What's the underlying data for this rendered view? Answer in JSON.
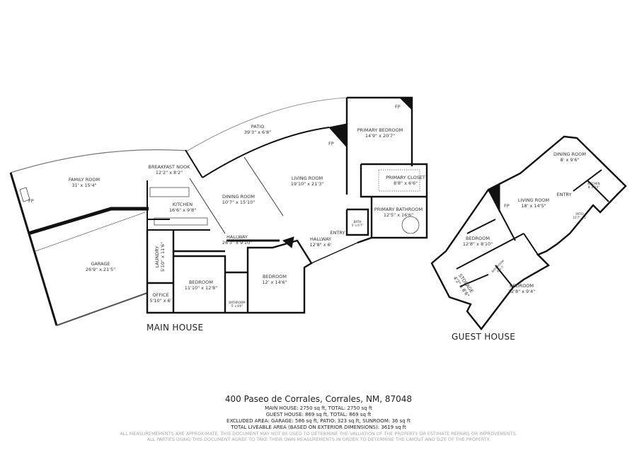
{
  "main_house": {
    "label": "MAIN HOUSE",
    "rooms": [
      {
        "name": "FAMILY ROOM",
        "dims": "31' x 15'4\""
      },
      {
        "name": "BREAKFAST NOOK",
        "dims": "12'2\" x 8'2\""
      },
      {
        "name": "KITCHEN",
        "dims": "16'6\" x 9'8\""
      },
      {
        "name": "PATIO",
        "dims": "39'3\" x 6'8\""
      },
      {
        "name": "DINING ROOM",
        "dims": "10'7\" x 15'10\""
      },
      {
        "name": "LIVING ROOM",
        "dims": "19'10\" x 21'3\""
      },
      {
        "name": "PRIMARY BEDROOM",
        "dims": "14'9\" x 20'7\""
      },
      {
        "name": "PRIMARY CLOSET",
        "dims": "8'8\" x 6'6\""
      },
      {
        "name": "PRIMARY BATHROOM",
        "dims": "12'5\" x 16'6\""
      },
      {
        "name": "BATH",
        "dims": "5' x 6'7\""
      },
      {
        "name": "GARAGE",
        "dims": "26'9\" x 21'5\""
      },
      {
        "name": "LAUNDRY",
        "dims": "5'10\" x 11'6\""
      },
      {
        "name": "HALLWAY",
        "dims": "26'3\" x 9'10\""
      },
      {
        "name": "HALLWAY",
        "dims": "12'8\" x 6'"
      },
      {
        "name": "BEDROOM",
        "dims": "11'10\" x 12'8\""
      },
      {
        "name": "BEDROOM",
        "dims": "12' x 14'6\""
      },
      {
        "name": "OFFICE",
        "dims": "5'10\" x 6'"
      },
      {
        "name": "BATHROOM",
        "dims": "5' x 8'6\""
      },
      {
        "name": "ENTRY",
        "dims": ""
      }
    ],
    "fireplace_label": "FP"
  },
  "guest_house": {
    "label": "GUEST HOUSE",
    "rooms": [
      {
        "name": "DINING ROOM",
        "dims": "8' x 9'6\""
      },
      {
        "name": "KITCHEN",
        "dims": "8' x 9'4\""
      },
      {
        "name": "LIVING ROOM",
        "dims": "18' x 14'5\""
      },
      {
        "name": "ENTRY",
        "dims": ""
      },
      {
        "name": "PATIO",
        "dims": "10'7\" x 5'"
      },
      {
        "name": "BEDROOM",
        "dims": "12'8\" x 8'10\""
      },
      {
        "name": "BATHROOM",
        "dims": "8' x 5'"
      },
      {
        "name": "STORAGE",
        "dims": "4'2\" x 8'6\""
      },
      {
        "name": "BEDROOM",
        "dims": "12'8\" x 9'4\""
      }
    ],
    "fireplace_label": "FP"
  },
  "footer": {
    "address": "400 Paseo de Corrales, Corrales, NM, 87048",
    "stats": [
      "MAIN HOUSE: 2750 sq ft, TOTAL: 2750 sq ft",
      "GUEST HOUSE: 869 sq ft, TOTAL: 869 sq ft",
      "EXCLUDED AREA: GARAGE: 586 sq ft, PATIO: 323 sq ft, SUNROOM: 36 sq ft",
      "TOTAL LIVEABLE AREA (BASED ON EXTERIOR DIMENSIONS): 3619 sq ft"
    ],
    "disclaimer": [
      "ALL MEASUREMEMENTS ARE APPROXIMATE. THIS DOCUMENT MAY NOT BE USED TO DETERMINE THE VALUATION OF THE PROPERTY OR ESTIMATE REPAIRS OR IMPROVEMENTS.",
      "ALL PARTIES USING THIS DOCUMENT AGREE TO TAKE THEIR OWN MEASUREMENTS IN ORDER TO DETERMINE THE LAYOUT AND SIZE OF THE PROPERTY."
    ]
  }
}
